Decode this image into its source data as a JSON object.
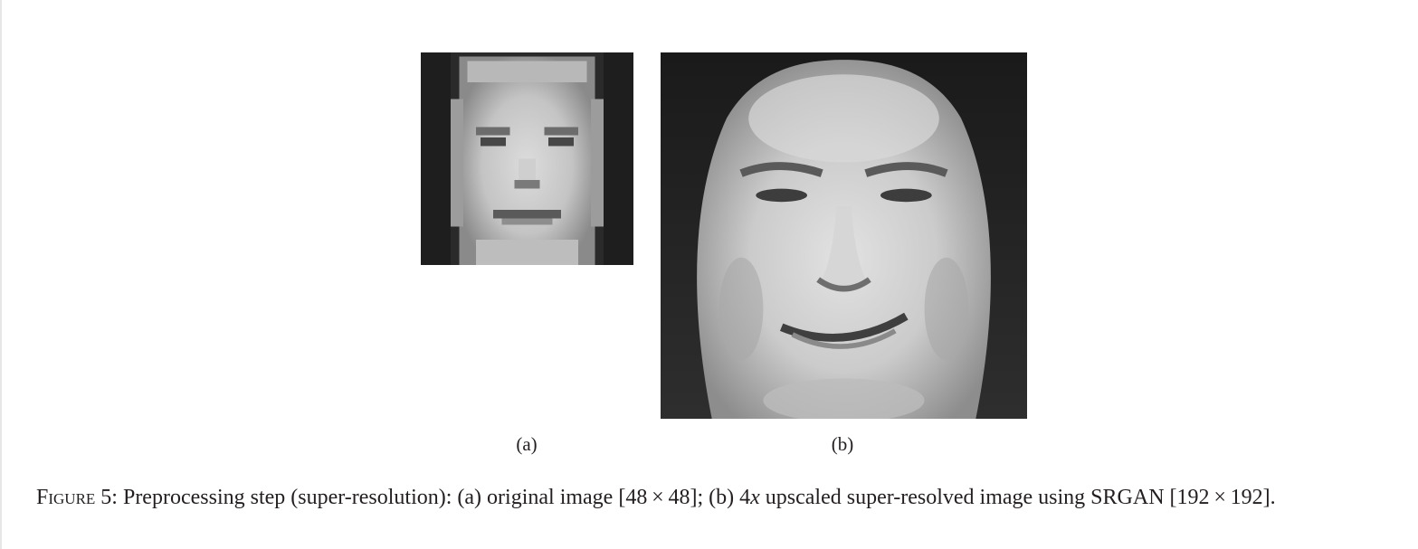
{
  "figure": {
    "panels": [
      {
        "id": "a",
        "label": "(a)",
        "content": "original low-resolution grayscale face image"
      },
      {
        "id": "b",
        "label": "(b)",
        "content": "upscaled super-resolved grayscale face image"
      }
    ],
    "caption": {
      "figure_word": "Figure",
      "figure_number": "5:",
      "part1": "Preprocessing step (super-resolution): (a) original image [48 × 48]; (b) 4",
      "italic_x": "x",
      "part2": " upscaled super-resolved image using SRGAN [192 × 192]."
    },
    "colors": {
      "text": "#231f20",
      "background": "#ffffff"
    }
  }
}
